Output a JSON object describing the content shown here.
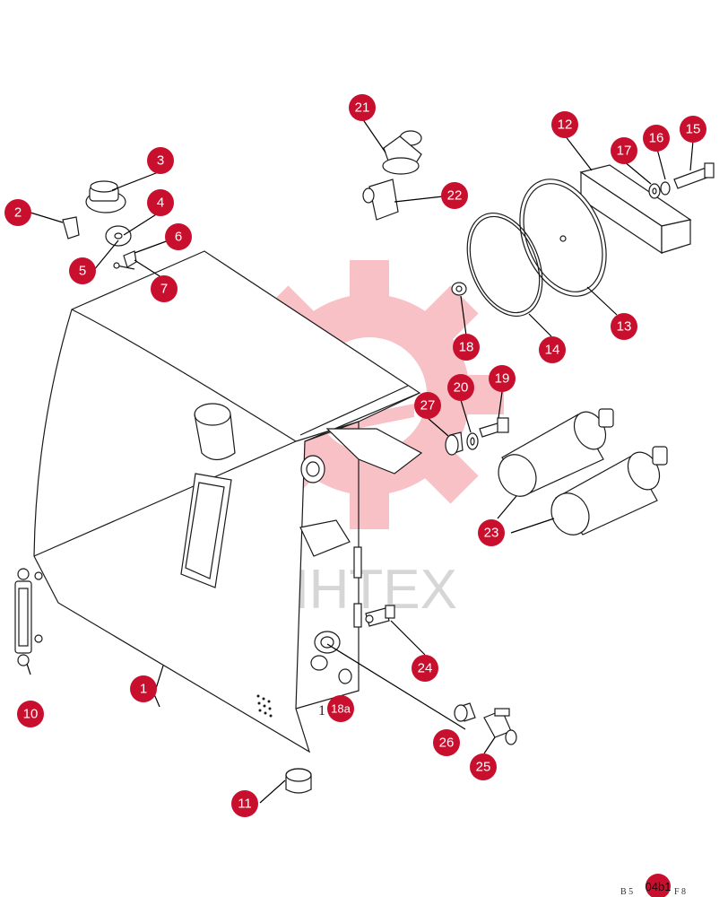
{
  "watermark": {
    "text": "ИНТЕХ",
    "gear_color": "#f7b7bd"
  },
  "callout_color": "#c8102e",
  "callouts": [
    {
      "label": "1"
    },
    {
      "label": "2"
    },
    {
      "label": "3"
    },
    {
      "label": "4"
    },
    {
      "label": "5"
    },
    {
      "label": "6"
    },
    {
      "label": "7"
    },
    {
      "label": "10"
    },
    {
      "label": "11"
    },
    {
      "label": "12"
    },
    {
      "label": "13"
    },
    {
      "label": "14"
    },
    {
      "label": "15"
    },
    {
      "label": "16"
    },
    {
      "label": "17"
    },
    {
      "label": "18"
    },
    {
      "label": "18a"
    },
    {
      "label": "19"
    },
    {
      "label": "20"
    },
    {
      "label": "21"
    },
    {
      "label": "22"
    },
    {
      "label": "23"
    },
    {
      "label": "24"
    },
    {
      "label": "25"
    },
    {
      "label": "26"
    },
    {
      "label": "27"
    }
  ],
  "stray_label": "1",
  "drawing_code": {
    "left": "B 5",
    "mid": "04b1",
    "right": "F 8"
  }
}
